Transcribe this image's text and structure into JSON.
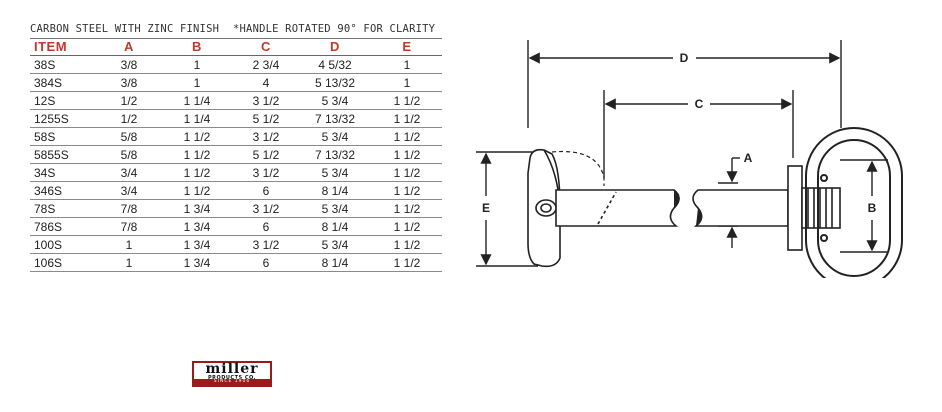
{
  "caption": {
    "material": "CARBON STEEL WITH ZINC FINISH",
    "note": "*HANDLE ROTATED 90° FOR CLARITY"
  },
  "table": {
    "headers": [
      "ITEM",
      "A",
      "B",
      "C",
      "D",
      "E"
    ],
    "rows": [
      [
        "38S",
        "3/8",
        "1",
        "2 3/4",
        "4 5/32",
        "1"
      ],
      [
        "384S",
        "3/8",
        "1",
        "4",
        "5 13/32",
        "1"
      ],
      [
        "12S",
        "1/2",
        "1 1/4",
        "3 1/2",
        "5 3/4",
        "1 1/2"
      ],
      [
        "1255S",
        "1/2",
        "1 1/4",
        "5 1/2",
        "7 13/32",
        "1 1/2"
      ],
      [
        "58S",
        "5/8",
        "1 1/2",
        "3 1/2",
        "5 3/4",
        "1 1/2"
      ],
      [
        "5855S",
        "5/8",
        "1 1/2",
        "5 1/2",
        "7 13/32",
        "1 1/2"
      ],
      [
        "34S",
        "3/4",
        "1 1/2",
        "3 1/2",
        "5 3/4",
        "1 1/2"
      ],
      [
        "346S",
        "3/4",
        "1 1/2",
        "6",
        "8 1/4",
        "1 1/2"
      ],
      [
        "78S",
        "7/8",
        "1 3/4",
        "3 1/2",
        "5 3/4",
        "1 1/2"
      ],
      [
        "786S",
        "7/8",
        "1 3/4",
        "6",
        "8 1/4",
        "1 1/2"
      ],
      [
        "100S",
        "1",
        "1 3/4",
        "3 1/2",
        "5 3/4",
        "1 1/2"
      ],
      [
        "106S",
        "1",
        "1 3/4",
        "6",
        "8 1/4",
        "1 1/2"
      ]
    ]
  },
  "drawing": {
    "label_d": "D",
    "label_c": "C",
    "label_a": "A",
    "label_e": "E",
    "label_b": "B"
  },
  "logo": {
    "name": "miller",
    "sub": "PRODUCTS CO.",
    "since": "SINCE 1906"
  }
}
